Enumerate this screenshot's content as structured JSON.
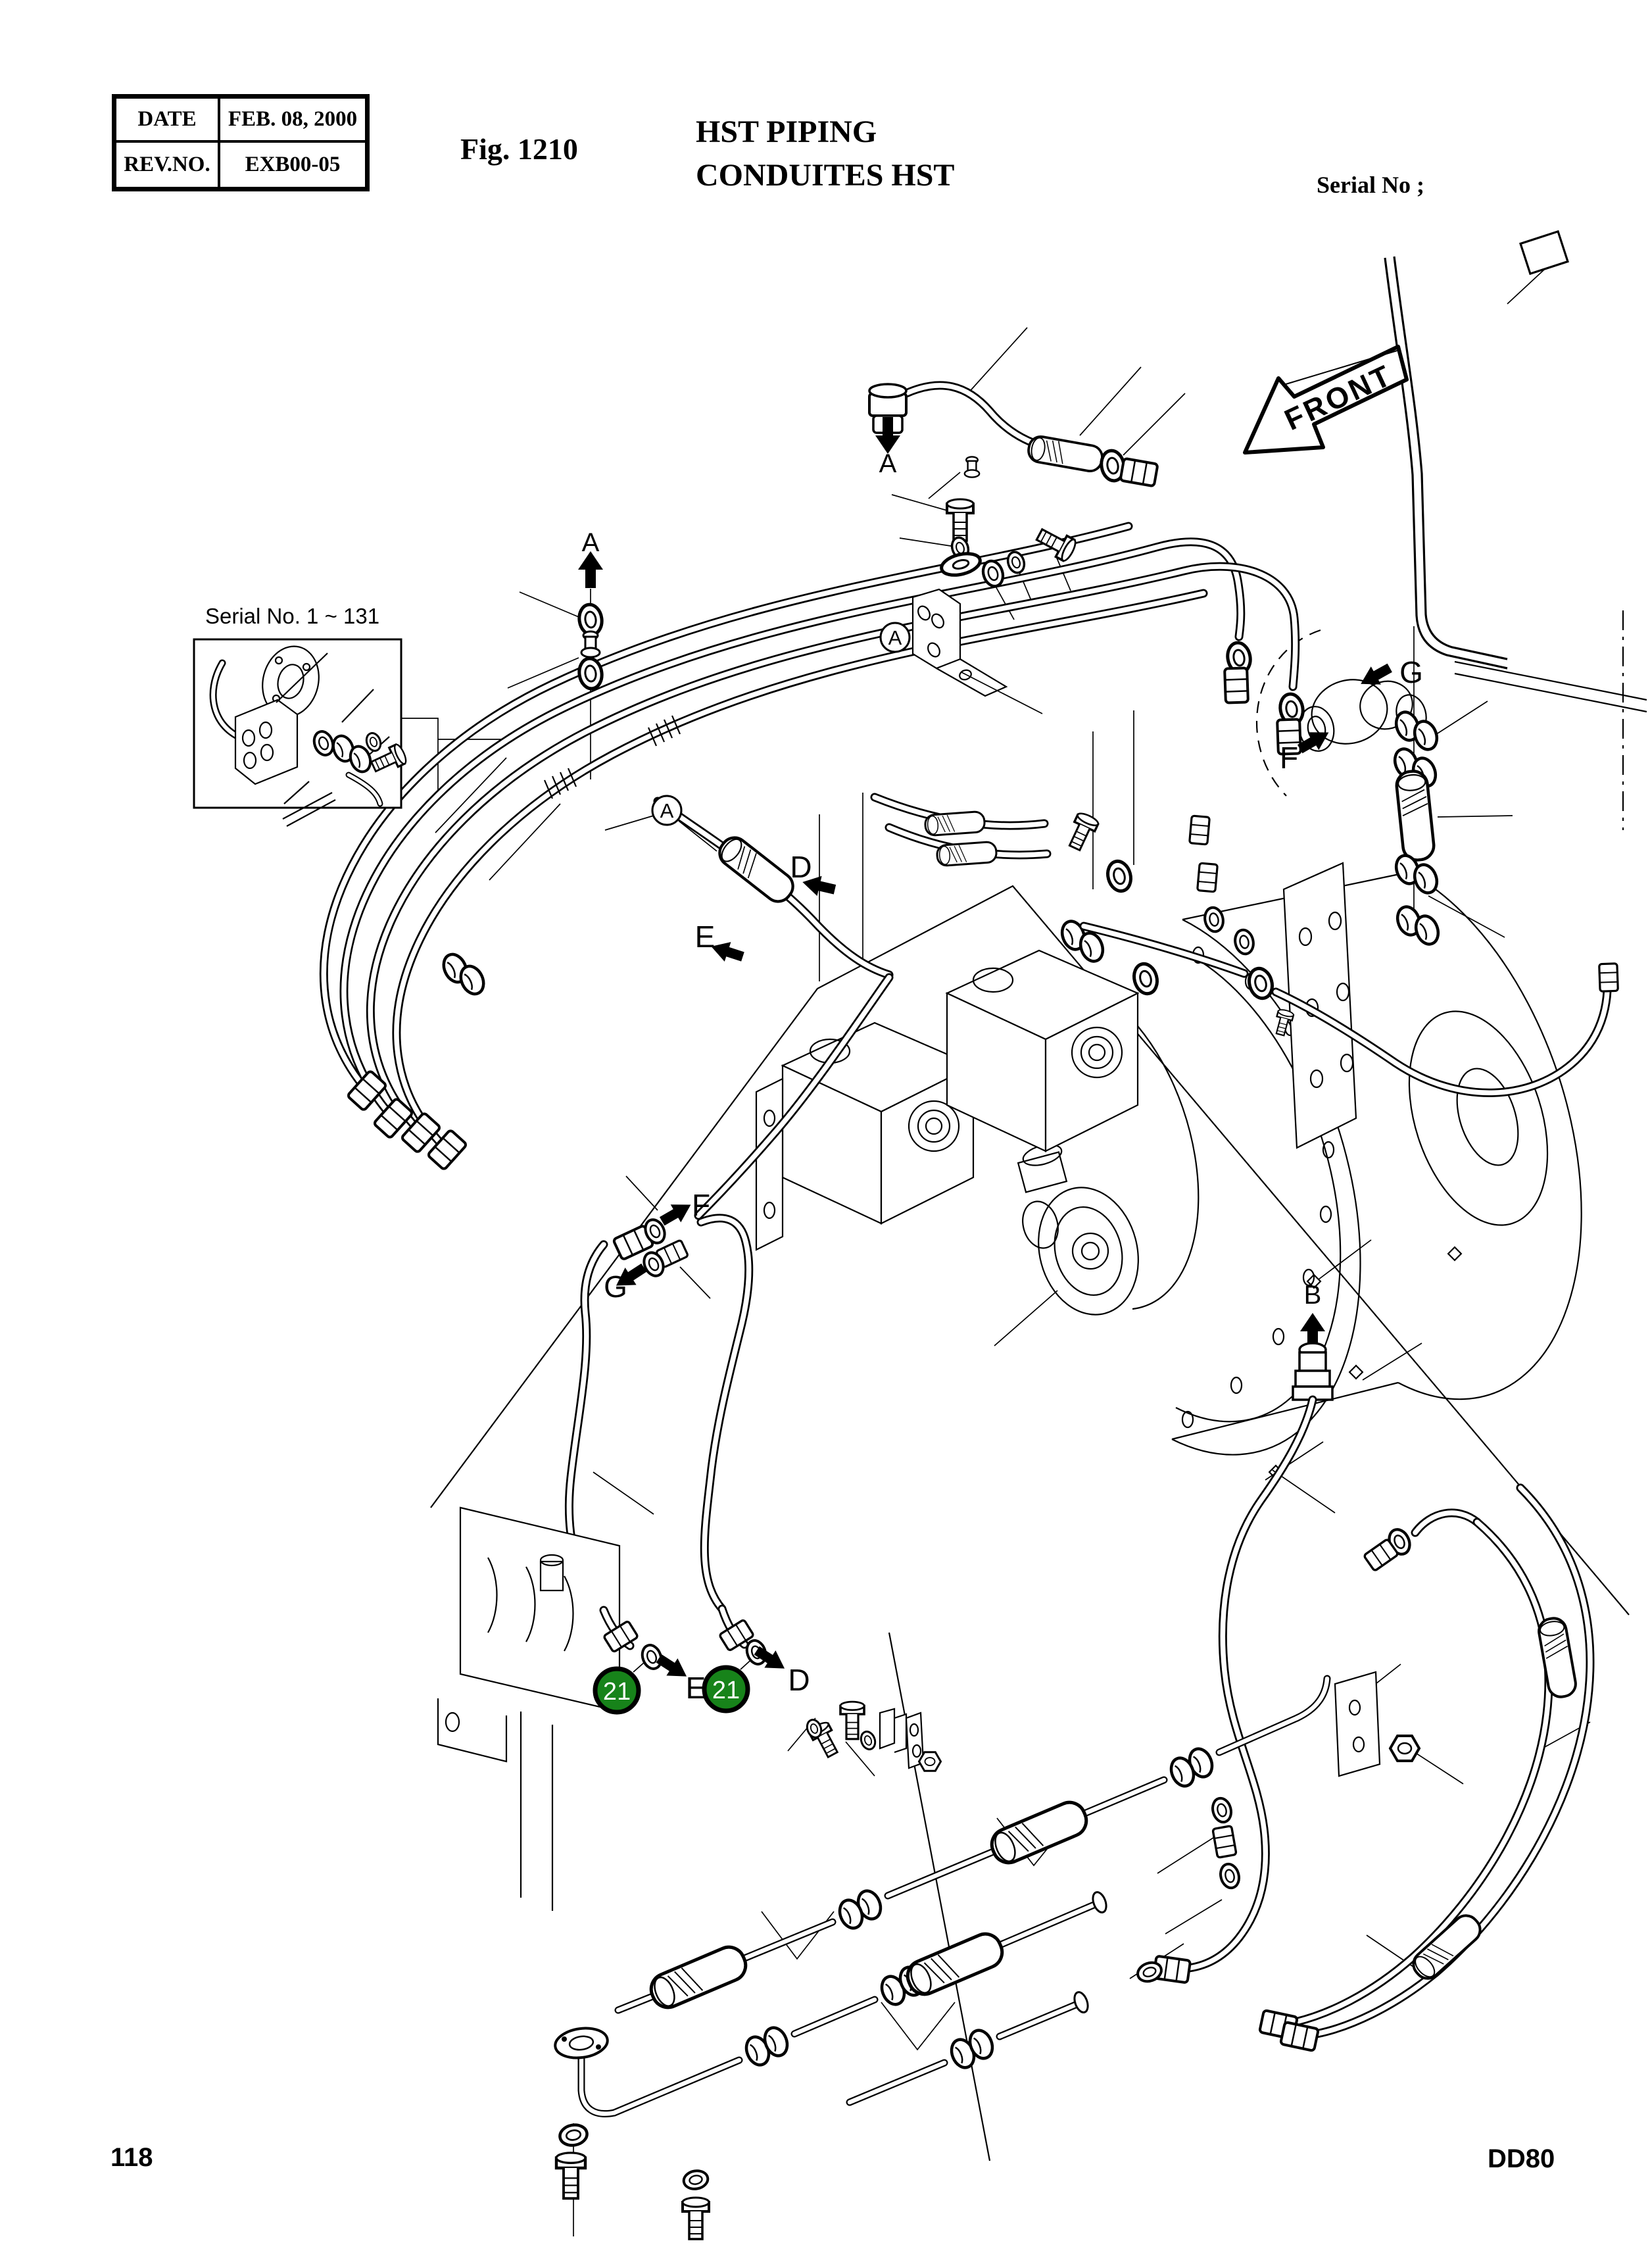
{
  "header": {
    "table": {
      "date_label": "DATE",
      "date_value": "FEB. 08, 2000",
      "rev_label": "REV.NO.",
      "rev_value": "EXB00-05"
    },
    "figure_label": "Fig. 1210",
    "title_line1": "HST PIPING",
    "title_line2": "CONDUITES HST",
    "serial_label": "Serial No ;"
  },
  "diagram": {
    "front_label": "FRONT",
    "inset_label": "Serial No. 1 ~ 131",
    "callouts": {
      "a_top": "A",
      "a_bundle": "A",
      "a_bracket_circled": "A",
      "a_pump_circled": "A",
      "b_hose": "B",
      "d_pump": "D",
      "e_pump": "E",
      "f_left": "F",
      "g_left": "G",
      "f_right": "F",
      "g_right": "G",
      "e_bottom": "E",
      "d_bottom": "D"
    },
    "part_badge": {
      "number": "21",
      "fill": "#17831a",
      "text_color": "#ffffff"
    }
  },
  "footer": {
    "page_number": "118",
    "model_code": "DD80"
  }
}
